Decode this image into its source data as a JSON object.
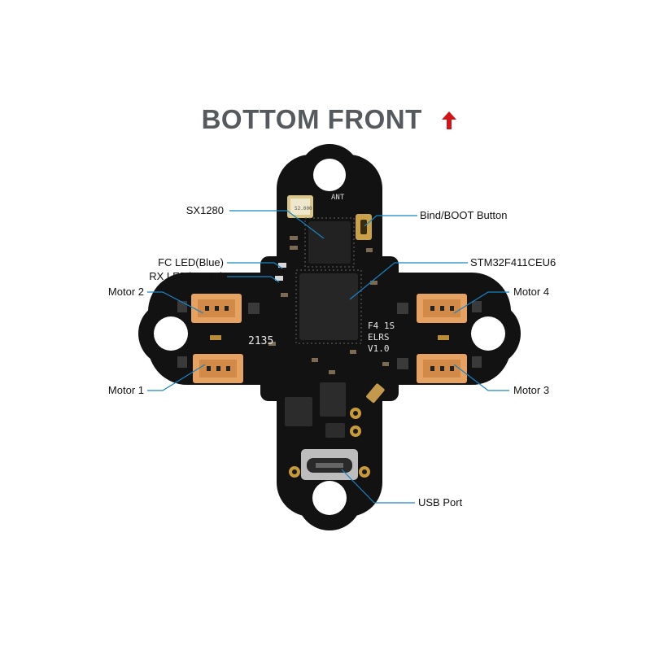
{
  "title": {
    "text": "BOTTOM FRONT",
    "arrow_icon": "up-arrow-icon",
    "arrow_color": "#d0161b"
  },
  "colors": {
    "board": "#111111",
    "pad": "#c79a3c",
    "connector": "#e6a262",
    "callout": "#1b83c4",
    "text": "#111111"
  },
  "labels": {
    "sx1280": "SX1280",
    "fc_led": "FC LED(Blue)",
    "rx_led": "RX LED(Green)",
    "motor2": "Motor 2",
    "motor1": "Motor 1",
    "bind_boot": "Bind/BOOT Button",
    "stm32": "STM32F411CEU6",
    "motor4": "Motor 4",
    "motor3": "Motor 3",
    "usb_port": "USB Port"
  },
  "silkscreen": {
    "ant": "ANT",
    "board_name_1": "F4  1S",
    "board_name_2": "ELRS",
    "board_name_3": "V1.0",
    "batch": "2135",
    "crystal": "52.000"
  }
}
